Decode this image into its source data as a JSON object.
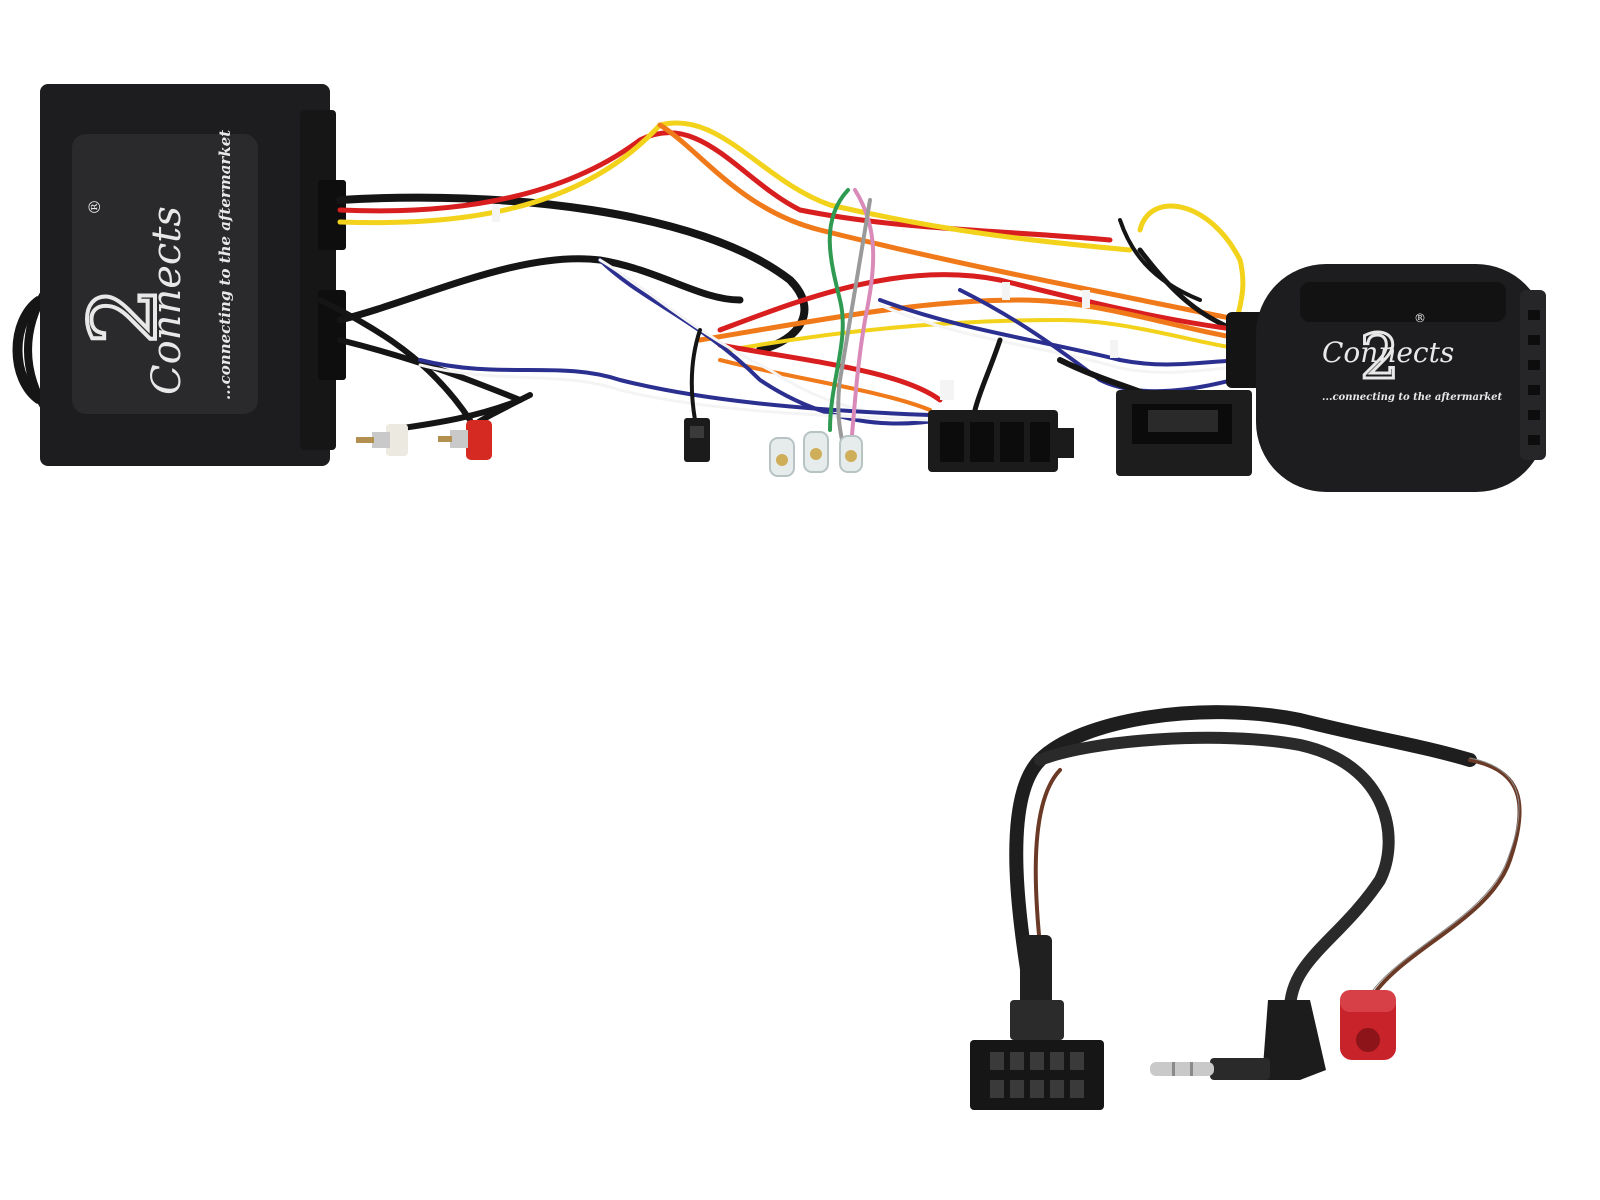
{
  "scene": {
    "description_visible_text": {
      "box_brand": "Connects",
      "box_brand_numeral": "2",
      "box_registered": "®",
      "box_tagline": "...connecting to the aftermarket",
      "puck_brand": "Connects",
      "puck_brand_numeral": "2",
      "puck_registered": "®",
      "puck_tagline": "...connecting to the aftermarket"
    },
    "colors": {
      "background": "#ffffff",
      "housing": "#1d1d1f",
      "housing_face": "#2a2a2c",
      "wire_black": "#151515",
      "wire_red": "#d81e1e",
      "wire_yellow": "#f2d21a",
      "wire_orange": "#f07a1a",
      "wire_blue": "#2b2f8f",
      "wire_white": "#f4f4f4",
      "wire_green": "#2f9a52",
      "wire_pink": "#d98ab8",
      "wire_brown": "#6b3a26",
      "wire_gray": "#9a9a9a",
      "rca_red": "#d42a22",
      "insulator_red": "#c8232a",
      "chrome": "#c9c9c9"
    }
  }
}
